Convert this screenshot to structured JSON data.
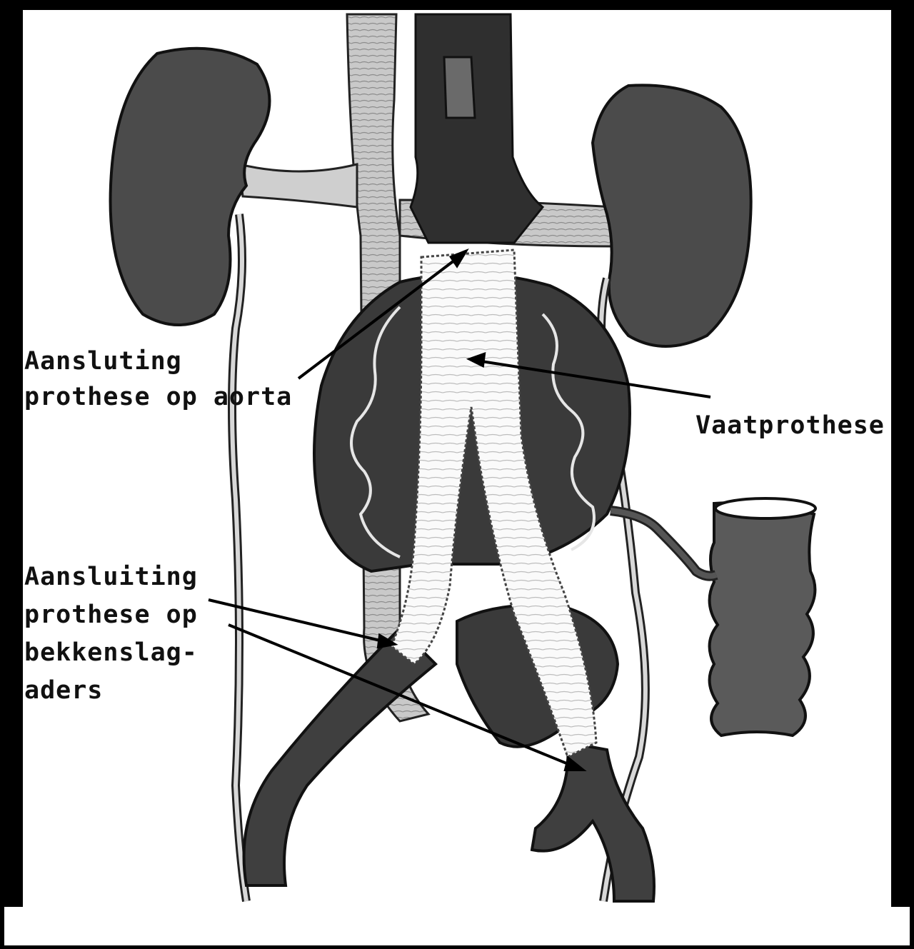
{
  "labels": {
    "aorta_line1": "Aansluting",
    "aorta_line2": "prothese op aorta",
    "graft": "Vaatprothese",
    "iliac_line1": "Aansluiting",
    "iliac_line2": "prothese op",
    "iliac_line3": "bekkenslag-",
    "iliac_line4": "aders"
  }
}
